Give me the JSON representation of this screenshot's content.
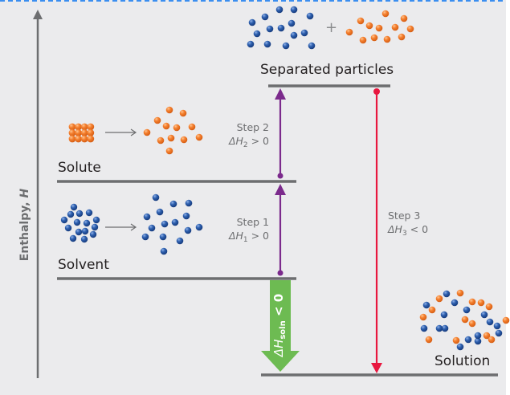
{
  "title": "Enthalpy diagram of solution formation",
  "y_axis": {
    "label": "Enthalpy, ",
    "label_italic": "H"
  },
  "levels": {
    "separated": "Separated particles",
    "solute": "Solute",
    "solvent": "Solvent",
    "solution": "Solution"
  },
  "steps": [
    {
      "name": "Step 1",
      "delta": "ΔH",
      "sub": "1",
      "rel": " > 0"
    },
    {
      "name": "Step 2",
      "delta": "ΔH",
      "sub": "2",
      "rel": " > 0"
    },
    {
      "name": "Step 3",
      "delta": "ΔH",
      "sub": "3",
      "rel": " < 0"
    }
  ],
  "overall": {
    "delta": "ΔH",
    "sub": "soln",
    "rel": " < 0"
  },
  "plus_sign": "+",
  "colors": {
    "background": "#ebebed",
    "level_line": "#6d6e70",
    "endothermic_arrow": "#7b2a8c",
    "exothermic_arrow": "#e8173f",
    "overall_arrow": "#6dbb52",
    "solvent_particle": "#1f4e9b",
    "solute_particle": "#f07b2b",
    "border": "#3a8ef0"
  }
}
